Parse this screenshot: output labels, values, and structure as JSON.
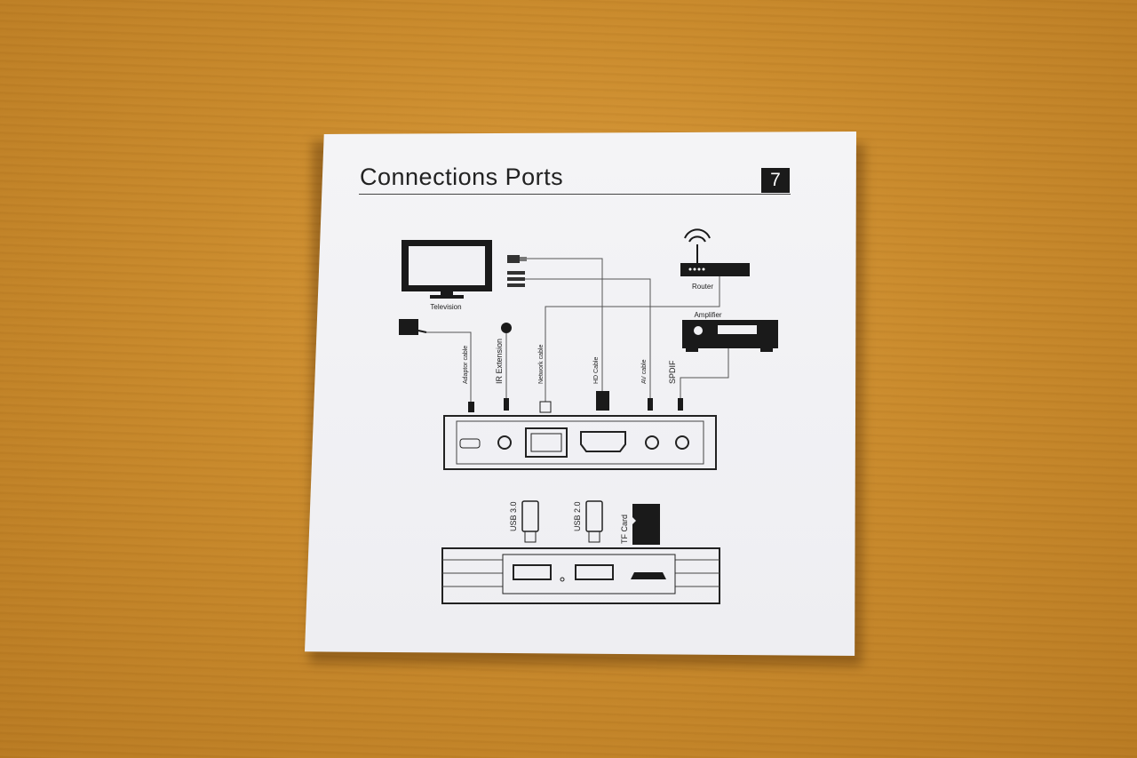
{
  "page": {
    "title": "Connections Ports",
    "number": "7"
  },
  "devices": {
    "television": "Television",
    "router": "Router",
    "amplifier": "Amplifier"
  },
  "cables": {
    "adaptor": "Adaptor cable",
    "ir": "IR Extension",
    "network": "Network cable",
    "hd": "HD Cable",
    "av": "AV cable",
    "spdif": "SPDIF"
  },
  "ports": {
    "usb3": "USB 3.0",
    "usb2": "USB 2.0",
    "tf": "TF Card"
  },
  "colors": {
    "table": "#c98a2c",
    "paper": "#f1f1f4",
    "ink": "#1a1a1a"
  }
}
